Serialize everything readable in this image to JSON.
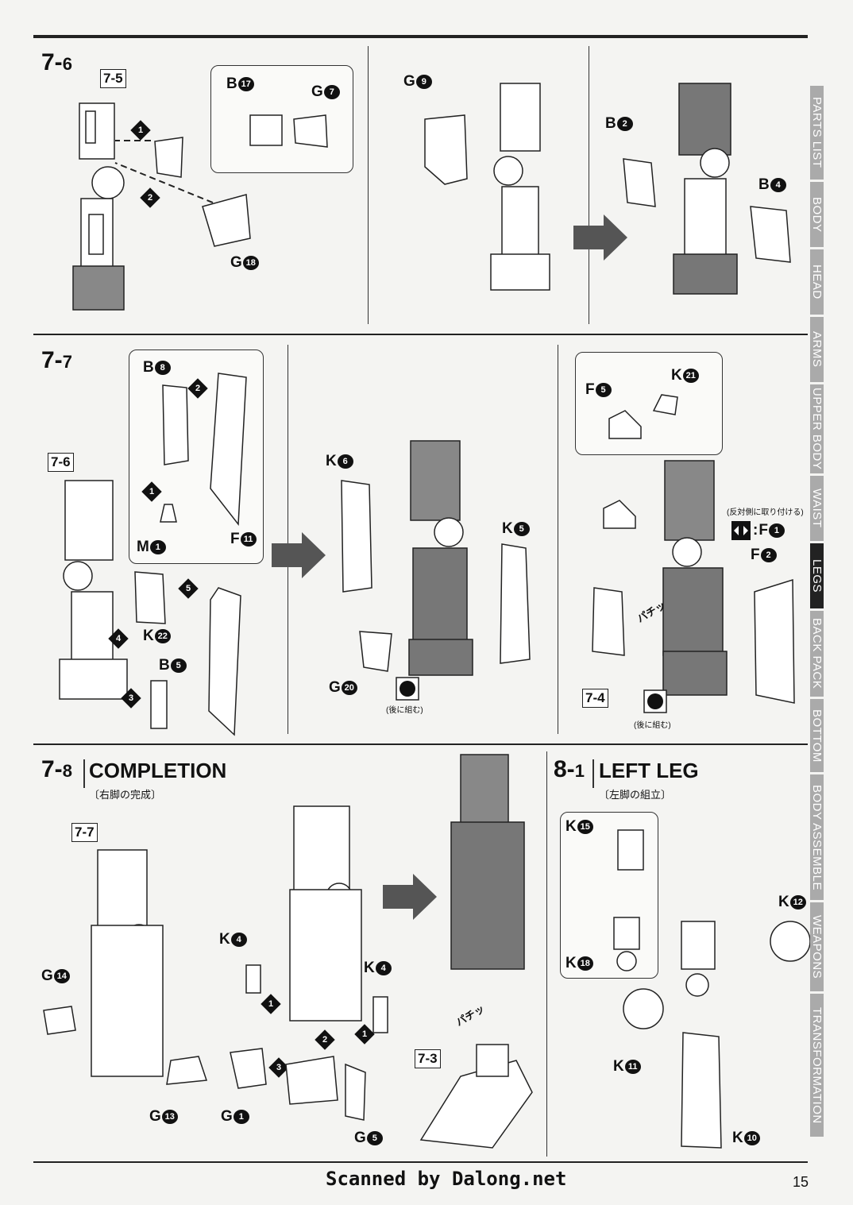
{
  "steps": {
    "s76": {
      "num": "7-",
      "sub": "6",
      "ref": "7-5"
    },
    "s77": {
      "num": "7-",
      "sub": "7",
      "ref": "7-6"
    },
    "s78": {
      "num": "7-",
      "sub": "8",
      "title": "COMPLETION",
      "subtitle": "〔右脚の完成〕",
      "ref": "7-7"
    },
    "s81": {
      "num": "8-",
      "sub": "1",
      "title": "LEFT LEG",
      "subtitle": "〔左脚の組立〕"
    }
  },
  "parts": {
    "b17": {
      "letter": "B",
      "n": "17"
    },
    "g7": {
      "letter": "G",
      "n": "7"
    },
    "g18": {
      "letter": "G",
      "n": "18"
    },
    "g9": {
      "letter": "G",
      "n": "9"
    },
    "b2": {
      "letter": "B",
      "n": "2"
    },
    "b4": {
      "letter": "B",
      "n": "4"
    },
    "b8": {
      "letter": "B",
      "n": "8"
    },
    "m1": {
      "letter": "M",
      "n": "1"
    },
    "f11": {
      "letter": "F",
      "n": "11"
    },
    "k22": {
      "letter": "K",
      "n": "22"
    },
    "b5": {
      "letter": "B",
      "n": "5"
    },
    "k6": {
      "letter": "K",
      "n": "6"
    },
    "k5": {
      "letter": "K",
      "n": "5"
    },
    "g20": {
      "letter": "G",
      "n": "20"
    },
    "f5": {
      "letter": "F",
      "n": "5"
    },
    "k21": {
      "letter": "K",
      "n": "21"
    },
    "f1": {
      "letter": "F",
      "n": "1"
    },
    "f2": {
      "letter": "F",
      "n": "2"
    },
    "g14": {
      "letter": "G",
      "n": "14"
    },
    "g13": {
      "letter": "G",
      "n": "13"
    },
    "k4a": {
      "letter": "K",
      "n": "4"
    },
    "k4b": {
      "letter": "K",
      "n": "4"
    },
    "g1": {
      "letter": "G",
      "n": "1"
    },
    "g5": {
      "letter": "G",
      "n": "5"
    },
    "k15": {
      "letter": "K",
      "n": "15"
    },
    "k18": {
      "letter": "K",
      "n": "18"
    },
    "k12": {
      "letter": "K",
      "n": "12"
    },
    "k11": {
      "letter": "K",
      "n": "11"
    },
    "k10": {
      "letter": "K",
      "n": "10"
    }
  },
  "refs": {
    "r74": "7-4",
    "r73": "7-3"
  },
  "notes": {
    "later1": "(後に組む)",
    "later2": "(後に組む)",
    "opposite": "(反対側に取り付ける)",
    "snap1": "パチッ",
    "snap2": "パチッ"
  },
  "order": [
    "1",
    "2",
    "3",
    "4",
    "5"
  ],
  "tabs": [
    "PARTS LIST",
    "BODY",
    "HEAD",
    "ARMS",
    "UPPER BODY",
    "WAIST",
    "LEGS",
    "BACK PACK",
    "BOTTOM",
    "BODY ASSEMBLE",
    "WEAPONS",
    "TRANSFORMATION"
  ],
  "active_tab": "LEGS",
  "footer": {
    "scan": "Scanned by Dalong.net",
    "page": "15"
  }
}
